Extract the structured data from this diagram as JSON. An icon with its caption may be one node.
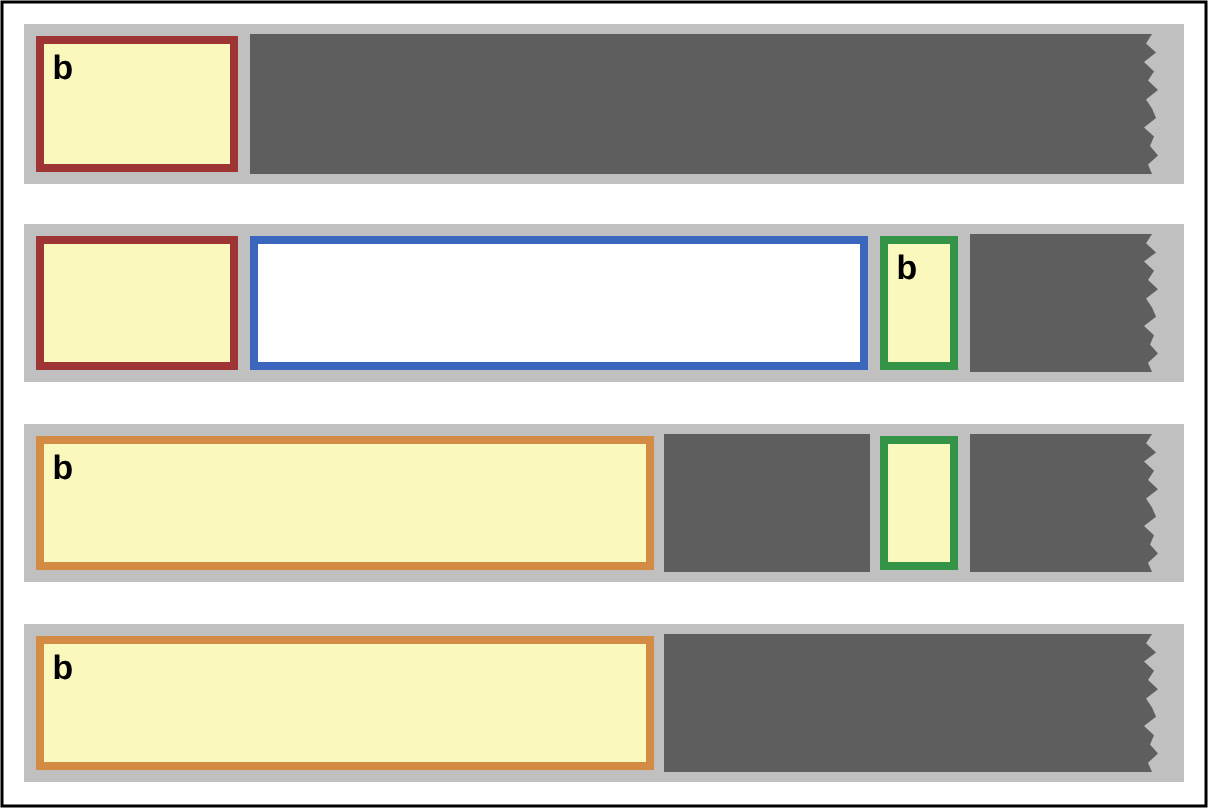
{
  "diagram": {
    "nodes": [
      {
        "text": [],
        "shape": "bar"
      },
      {
        "text": [
          "b"
        ],
        "in": 0
      },
      {
        "text": [],
        "shape": "bar"
      },
      {
        "text": [],
        "shape": "box",
        "in": 2
      },
      {
        "text": [],
        "shape": "box",
        "in": 2
      },
      {
        "text": [
          "b"
        ],
        "in": 2
      },
      {
        "text": [],
        "shape": "bar"
      },
      {
        "text": [
          "b"
        ],
        "in": 6
      },
      {
        "text": [],
        "shape": "box",
        "in": 6
      },
      {
        "text": [],
        "shape": "bar"
      },
      {
        "text": [
          "b"
        ],
        "in": 9
      }
    ]
  }
}
